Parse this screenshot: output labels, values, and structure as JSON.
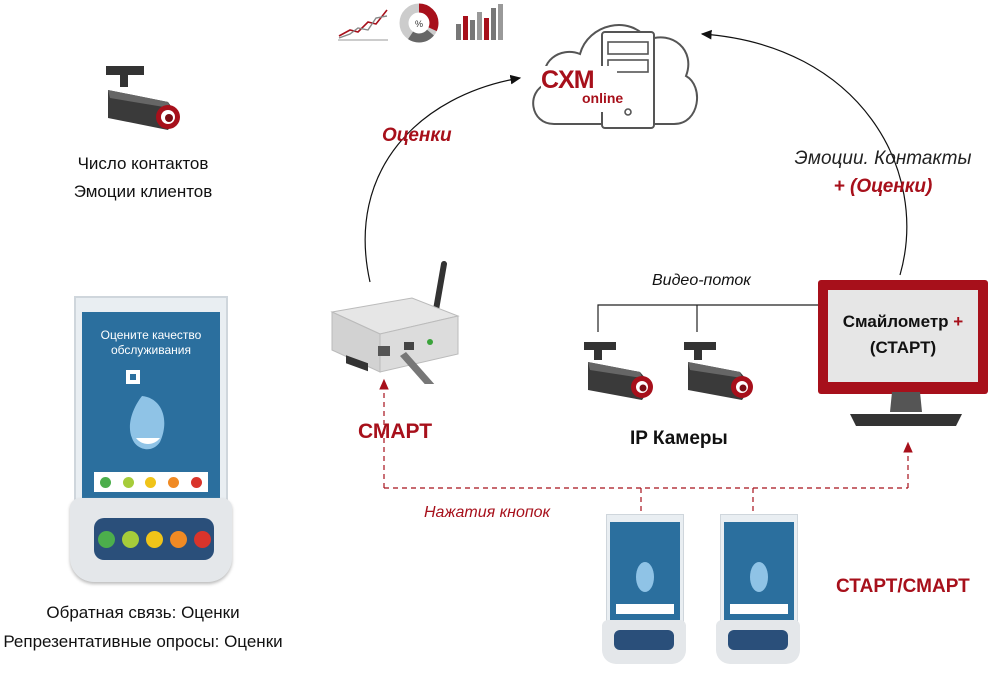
{
  "cloud": {
    "logo_main": "CXM",
    "logo_sub": "online",
    "percent_symbol": "%"
  },
  "camera_left": {
    "line1": "Число контактов",
    "line2": "Эмоции клиентов"
  },
  "arrow_left_label": "Оценки",
  "arrow_right_label": {
    "line1": "Эмоции. Контакты",
    "line2": "+ (Оценки)"
  },
  "video_stream_label": "Видео-поток",
  "device_label": "СМАРТ",
  "monitor_label": {
    "line1": "Смайлометр",
    "plus": "+",
    "line2": "(СТАРТ)"
  },
  "ip_cameras_label": "IP Камеры",
  "button_press_label": "Нажатия кнопок",
  "start_smart_label": "СТАРТ/СМАРТ",
  "feedback_stand": {
    "screen_title": "Оцените качество обслуживания",
    "caption_line1": "Обратная связь: Оценки",
    "caption_line2": "Репрезентативные опросы: Оценки"
  },
  "colors": {
    "accent_red": "#a7101b",
    "dark_red": "#7a0d14",
    "text_dark": "#111111",
    "stand_blue": "#2b6f9e"
  },
  "icons": [
    "line-chart-icon",
    "donut-chart-icon",
    "bar-chart-icon",
    "cloud-server-icon",
    "cctv-camera-icon",
    "router-device-icon",
    "monitor-icon",
    "feedback-terminal-icon"
  ]
}
